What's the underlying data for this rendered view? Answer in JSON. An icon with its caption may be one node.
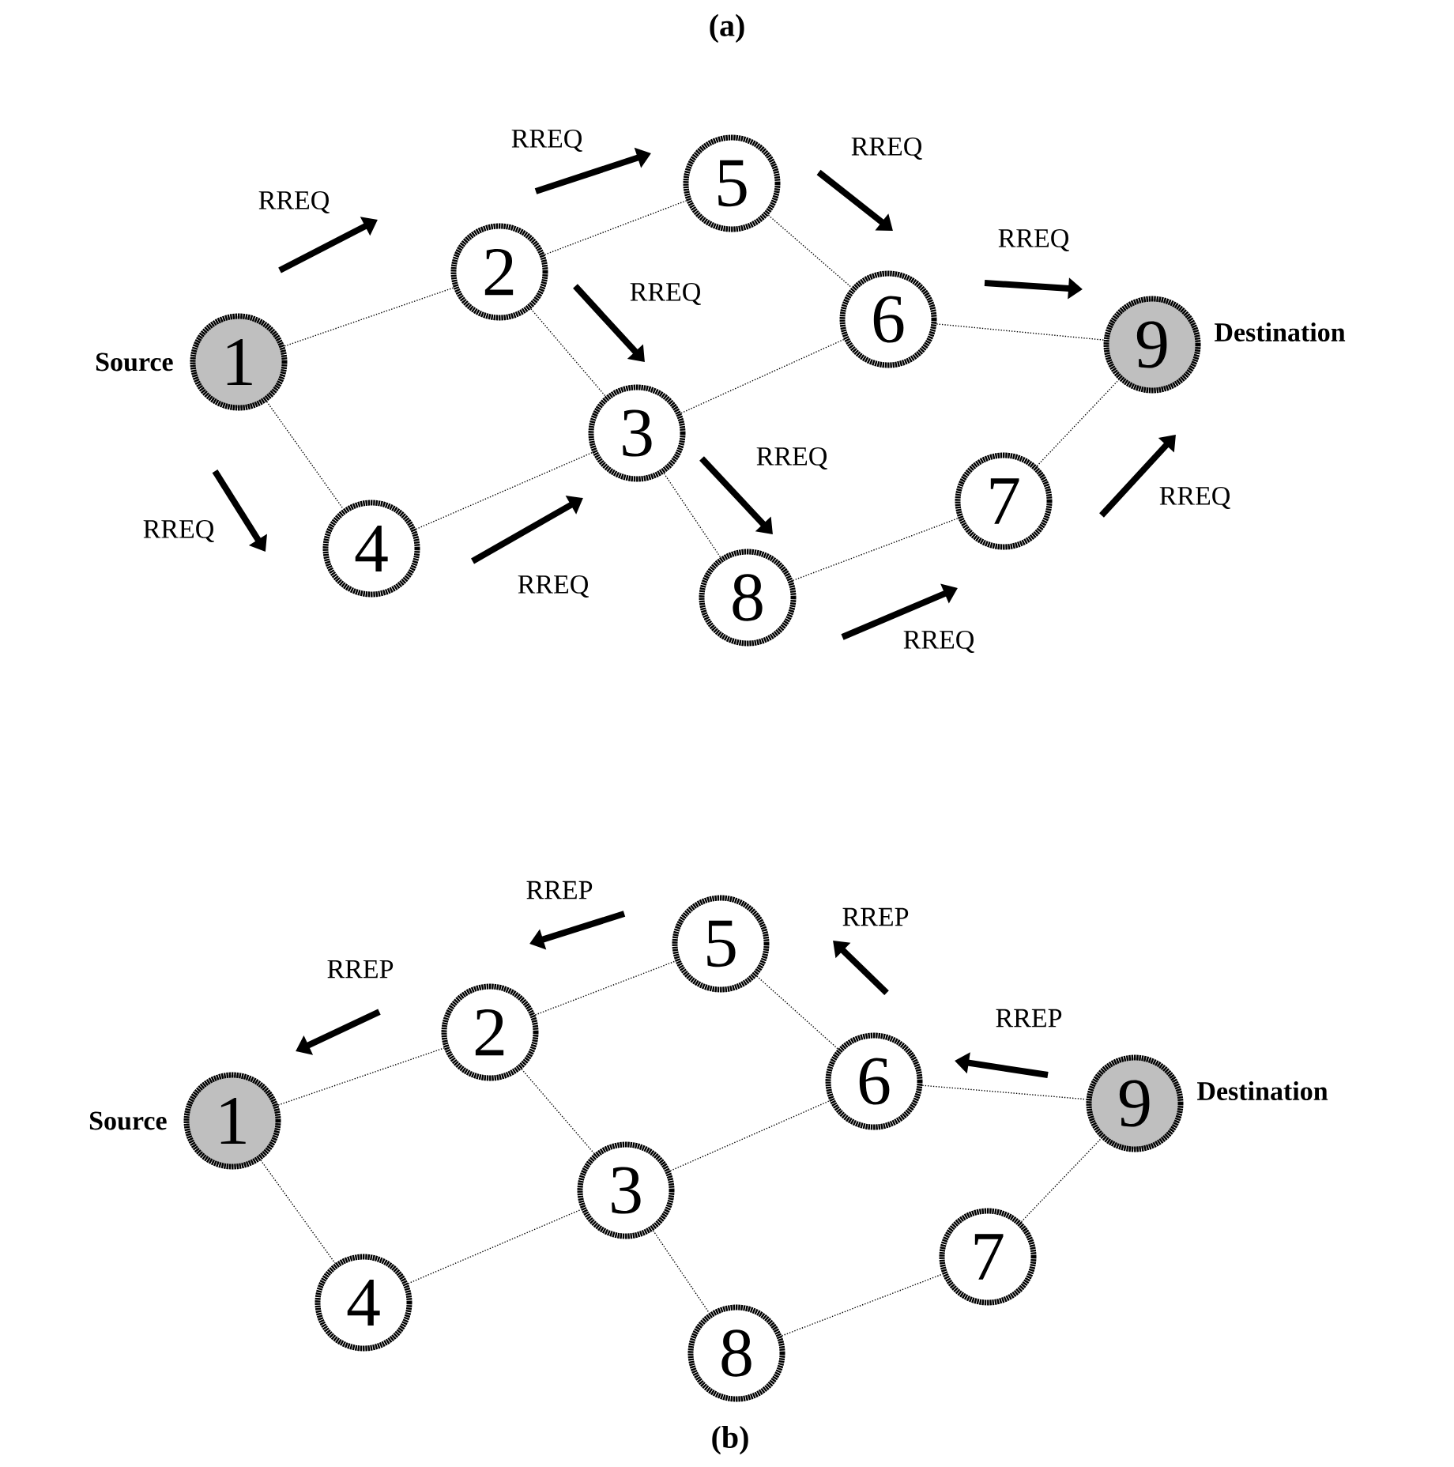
{
  "diagram": {
    "nodes": [
      {
        "text": [
          "1"
        ],
        "beside": [
          "Source"
        ]
      },
      {
        "text": [
          "2"
        ]
      },
      {
        "text": [
          "3"
        ]
      },
      {
        "text": [
          "4"
        ]
      },
      {
        "text": [
          "5"
        ]
      },
      {
        "text": [
          "6"
        ]
      },
      {
        "text": [
          "7"
        ]
      },
      {
        "text": [
          "8"
        ]
      },
      {
        "text": [
          "9"
        ],
        "beside": [
          "Destination"
        ]
      },
      {
        "text": [
          "1"
        ],
        "beside": [
          "Source"
        ]
      },
      {
        "text": [
          "2"
        ]
      },
      {
        "text": [
          "3"
        ]
      },
      {
        "text": [
          "4"
        ]
      },
      {
        "text": [
          "5"
        ]
      },
      {
        "text": [
          "6"
        ]
      },
      {
        "text": [
          "7"
        ]
      },
      {
        "text": [
          "8"
        ]
      },
      {
        "text": [
          "9"
        ],
        "beside": [
          "Destination"
        ]
      }
    ],
    "edges": [
      {
        "from": 0,
        "to": 1,
        "arrow": "none",
        "style": "dashed"
      },
      {
        "from": 0,
        "to": 3,
        "arrow": "none",
        "style": "dashed"
      },
      {
        "from": 1,
        "to": 4,
        "arrow": "none",
        "style": "dashed"
      },
      {
        "from": 1,
        "to": 2,
        "arrow": "none",
        "style": "dashed"
      },
      {
        "from": 3,
        "to": 2,
        "arrow": "none",
        "style": "dashed"
      },
      {
        "from": 2,
        "to": 5,
        "arrow": "none",
        "style": "dashed"
      },
      {
        "from": 2,
        "to": 7,
        "arrow": "none",
        "style": "dashed"
      },
      {
        "from": 4,
        "to": 5,
        "arrow": "none",
        "style": "dashed"
      },
      {
        "from": 5,
        "to": 8,
        "arrow": "none",
        "style": "dashed"
      },
      {
        "from": 7,
        "to": 6,
        "arrow": "none",
        "style": "dashed"
      },
      {
        "from": 6,
        "to": 8,
        "arrow": "none",
        "style": "dashed"
      },
      {
        "from": 9,
        "to": 10,
        "arrow": "none",
        "style": "dashed"
      },
      {
        "from": 9,
        "to": 12,
        "arrow": "none",
        "style": "dashed"
      },
      {
        "from": 10,
        "to": 13,
        "arrow": "none",
        "style": "dashed"
      },
      {
        "from": 10,
        "to": 11,
        "arrow": "none",
        "style": "dashed"
      },
      {
        "from": 12,
        "to": 11,
        "arrow": "none",
        "style": "dashed"
      },
      {
        "from": 11,
        "to": 14,
        "arrow": "none",
        "style": "dashed"
      },
      {
        "from": 11,
        "to": 16,
        "arrow": "none",
        "style": "dashed"
      },
      {
        "from": 13,
        "to": 14,
        "arrow": "none",
        "style": "dashed"
      },
      {
        "from": 14,
        "to": 17,
        "arrow": "none",
        "style": "dashed"
      },
      {
        "from": 16,
        "to": 15,
        "arrow": "none",
        "style": "dashed"
      },
      {
        "from": 15,
        "to": 17,
        "arrow": "none",
        "style": "dashed"
      }
    ],
    "labels": [
      "(a)",
      "RREQ",
      "RREQ",
      "RREQ",
      "RREQ",
      "RREQ",
      "RREQ",
      "RREQ",
      "RREQ",
      "RREQ",
      "RREQ",
      "RREP",
      "RREP",
      "RREP",
      "RREP",
      "(b)"
    ]
  }
}
